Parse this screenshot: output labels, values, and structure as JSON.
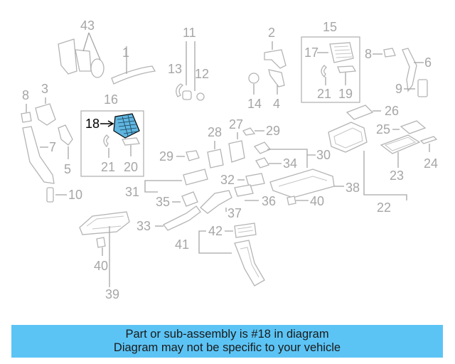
{
  "colors": {
    "caption_bg": "#5cc4f5",
    "label_gray": "#a6a6a6",
    "highlight_part": "#5fb6e0",
    "highlight_label": "#000000"
  },
  "highlighted_part": "18",
  "callouts": {
    "c1": "1",
    "c2": "2",
    "c3": "3",
    "c4": "4",
    "c5": "5",
    "c6": "6",
    "c7": "7",
    "c8a": "8",
    "c8b": "8",
    "c9": "9",
    "c10": "10",
    "c11": "11",
    "c12": "12",
    "c13": "13",
    "c14": "14",
    "c15": "15",
    "c16": "16",
    "c17": "17",
    "c18": "18",
    "c19": "19",
    "c20": "20",
    "c21a": "21",
    "c21b": "21",
    "c22": "22",
    "c23": "23",
    "c24": "24",
    "c25": "25",
    "c26": "26",
    "c27": "27",
    "c28": "28",
    "c29a": "29",
    "c29b": "29",
    "c30": "30",
    "c31": "31",
    "c32": "32",
    "c33": "33",
    "c34": "34",
    "c35": "35",
    "c36": "36",
    "c37": "37",
    "c38": "38",
    "c39": "39",
    "c40a": "40",
    "c40b": "40",
    "c41": "41",
    "c42": "42",
    "c43": "43"
  },
  "caption": {
    "line1": "Part or sub-assembly is #18 in diagram",
    "line2": "Diagram may not be specific to your vehicle"
  }
}
